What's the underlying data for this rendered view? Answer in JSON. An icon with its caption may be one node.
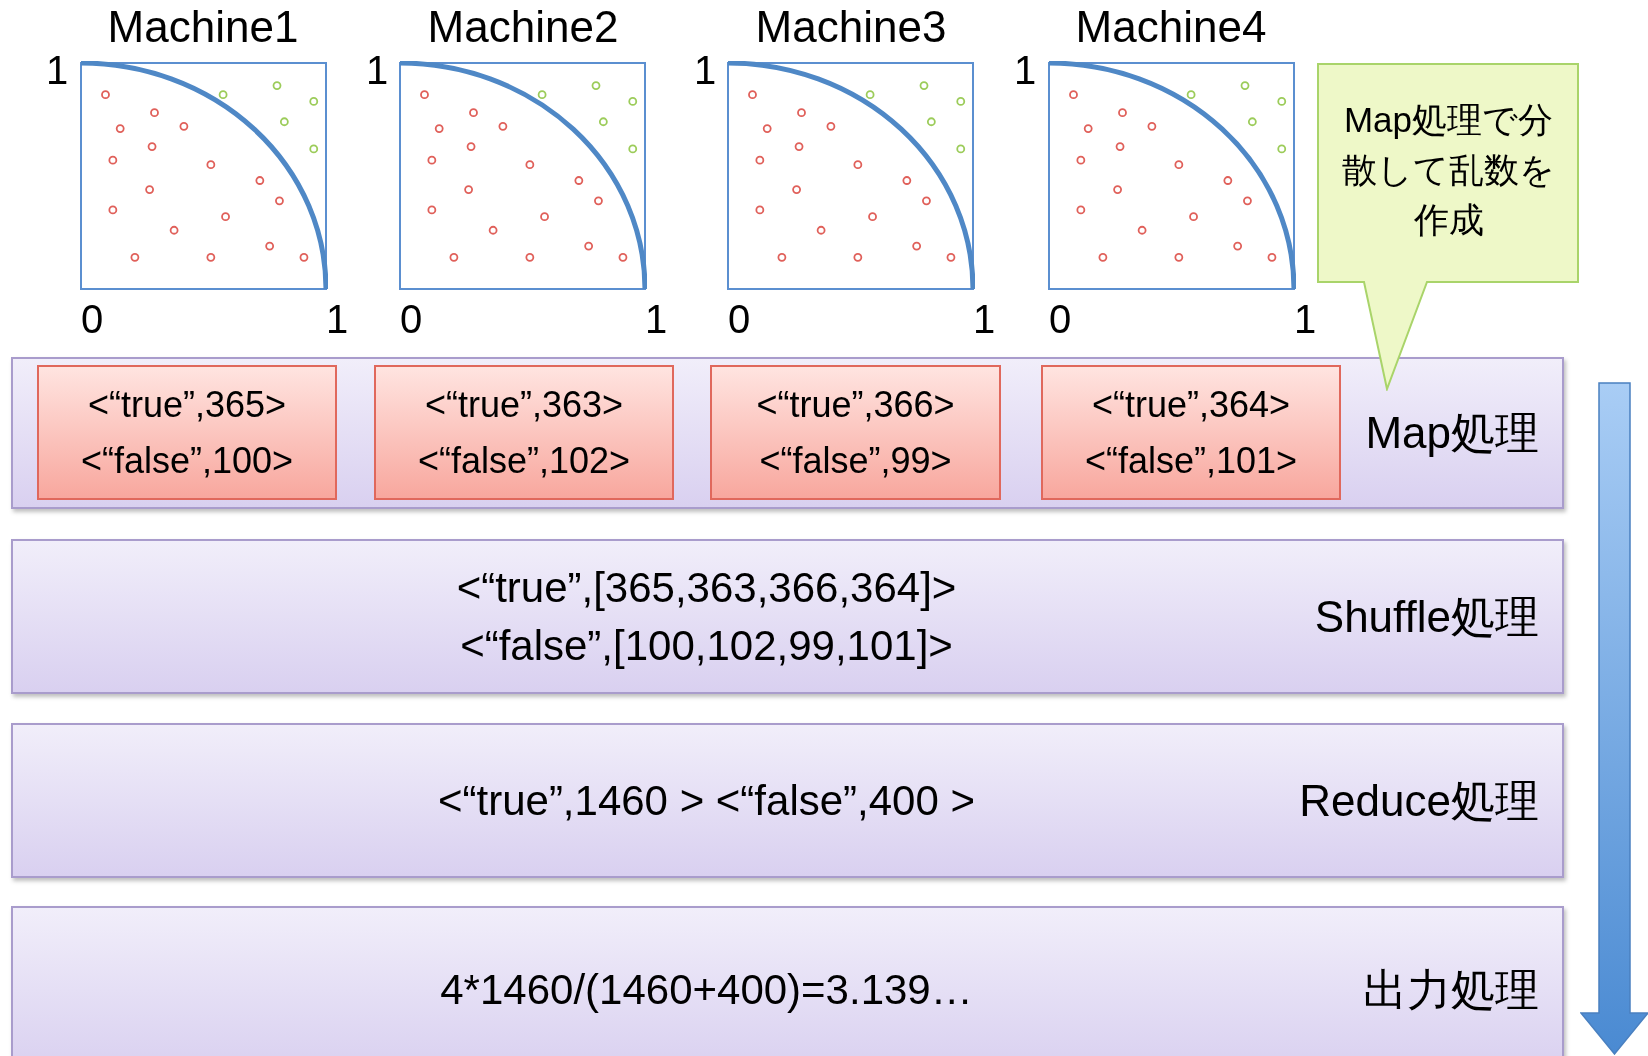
{
  "diagram": {
    "nodes": [
      {
        "text": [
          "Map処理"
        ]
      },
      {
        "text": [
          "<“true”,365>",
          "<“false”,100>"
        ],
        "in": 0
      },
      {
        "text": [
          "<“true”,363>",
          "<“false”,102>"
        ],
        "in": 0
      },
      {
        "text": [
          "<“true”,366>",
          "<“false”,99>"
        ],
        "in": 0
      },
      {
        "text": [
          "<“true”,364>",
          "<“false”,101>"
        ],
        "in": 0
      },
      {
        "text": [
          "<“true”,[365,363,366,364]> <“false”,[100,102,99,101]>",
          "Shuffle処理"
        ]
      },
      {
        "text": [
          "<“true”,1460 > <“false”,400 >",
          "Reduce処理"
        ]
      },
      {
        "text": [
          "4*1460/(1460+400)=3.139…",
          "出力処理"
        ]
      },
      {
        "text": [
          "Map処理で分散して乱数を作成"
        ]
      }
    ],
    "labels": [
      "Machine1",
      "1",
      "0",
      "1",
      "Machine2",
      "1",
      "0",
      "1",
      "Machine3",
      "1",
      "0",
      "1",
      "Machine4",
      "1",
      "0",
      "1"
    ]
  }
}
